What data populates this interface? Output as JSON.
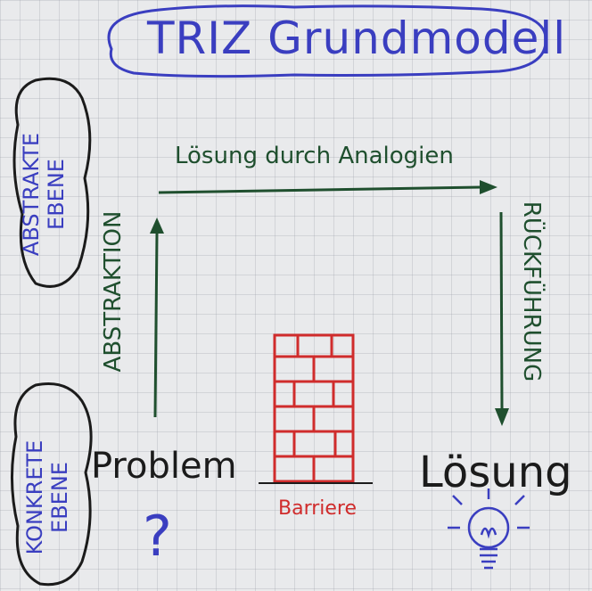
{
  "title": "TRIZ Grundmodell",
  "levels": {
    "abstract_line1": "ABSTRAKTE",
    "abstract_line2": "EBENE",
    "concrete_line1": "KONKRETE",
    "concrete_line2": "EBENE"
  },
  "arrows": {
    "top": "Lösung durch Analogien",
    "left": "ABSTRAKTION",
    "right": "RÜCKFÜHRUNG"
  },
  "nodes": {
    "problem": "Problem",
    "problem_symbol": "?",
    "solution": "Lösung",
    "barrier": "Barriere"
  },
  "colors": {
    "title": "#3a3ec0",
    "arrows": "#1f4f2e",
    "barrier": "#d02c2c",
    "nodes": "#1b1b1b"
  }
}
